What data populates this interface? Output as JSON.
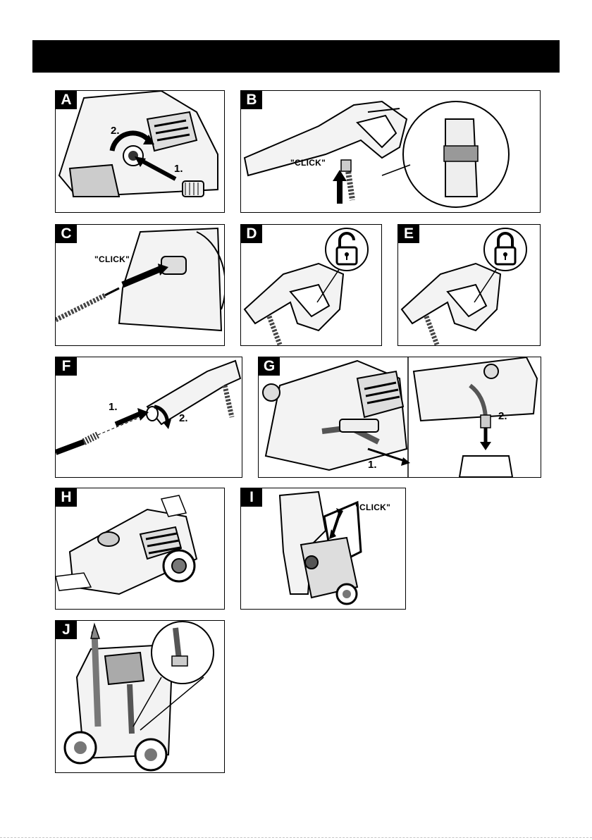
{
  "header": {
    "background": "#000000"
  },
  "panels": [
    {
      "id": "A",
      "letter": "A",
      "step1": "1.",
      "step2": "2."
    },
    {
      "id": "B",
      "letter": "B",
      "click": "\"CLICK\""
    },
    {
      "id": "C",
      "letter": "C",
      "click": "\"CLICK\""
    },
    {
      "id": "D",
      "letter": "D",
      "icon": "unlock-icon"
    },
    {
      "id": "E",
      "letter": "E",
      "icon": "lock-icon"
    },
    {
      "id": "F",
      "letter": "F",
      "step1": "1.",
      "step2": "2."
    },
    {
      "id": "G",
      "letter": "G",
      "step1": "1.",
      "step2": "2."
    },
    {
      "id": "H",
      "letter": "H"
    },
    {
      "id": "I",
      "letter": "I",
      "click": "\"CLICK\""
    },
    {
      "id": "J",
      "letter": "J"
    }
  ]
}
